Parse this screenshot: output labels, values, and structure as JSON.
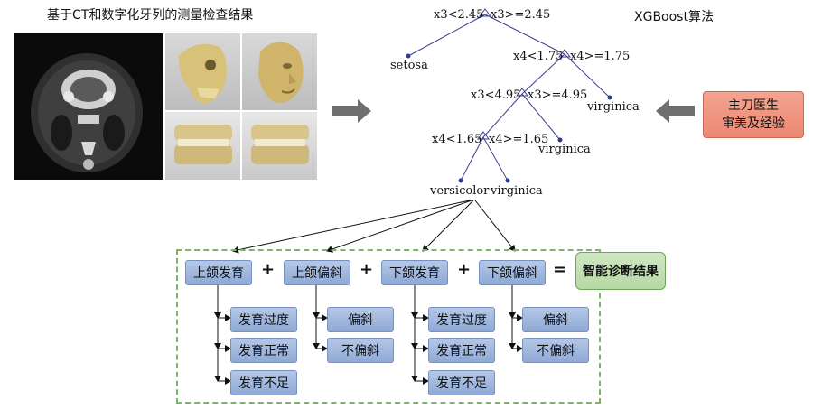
{
  "caption": "基于CT和数字化牙列的测量检查结果",
  "algorithm_label": "XGBoost算法",
  "surgeon": {
    "line1": "主刀医生",
    "line2": "审美及经验"
  },
  "tree": {
    "root": "x3<2.45",
    "root_right": "x3>=2.45",
    "n1": "x4<1.75",
    "n1_right": "x4>=1.75",
    "n2": "x3<4.95",
    "n2_right": "x3>=4.95",
    "n3": "x4<1.65",
    "n3_right": "x4>=1.65",
    "leaf_setosa": "setosa",
    "leaf_virginica1": "virginica",
    "leaf_virginica2": "virginica",
    "leaf_versicolor": "versicolor",
    "leaf_virginica3": "virginica"
  },
  "categories": [
    {
      "label": "上颌发育",
      "options": [
        "发育过度",
        "发育正常",
        "发育不足"
      ]
    },
    {
      "label": "上颌偏斜",
      "options": [
        "偏斜",
        "不偏斜"
      ]
    },
    {
      "label": "下颌发育",
      "options": [
        "发育过度",
        "发育正常",
        "发育不足"
      ]
    },
    {
      "label": "下颌偏斜",
      "options": [
        "偏斜",
        "不偏斜"
      ]
    }
  ],
  "operators": {
    "plus": "+",
    "equals": "="
  },
  "result": "智能诊断结果",
  "colors": {
    "tree_line": "#3a3f8f",
    "node_dot": "#2f3b8f",
    "dashed": "#7fb26b",
    "button": "#9fb6de",
    "result": "#c2e0b3",
    "surgeon": "#ef927c"
  }
}
